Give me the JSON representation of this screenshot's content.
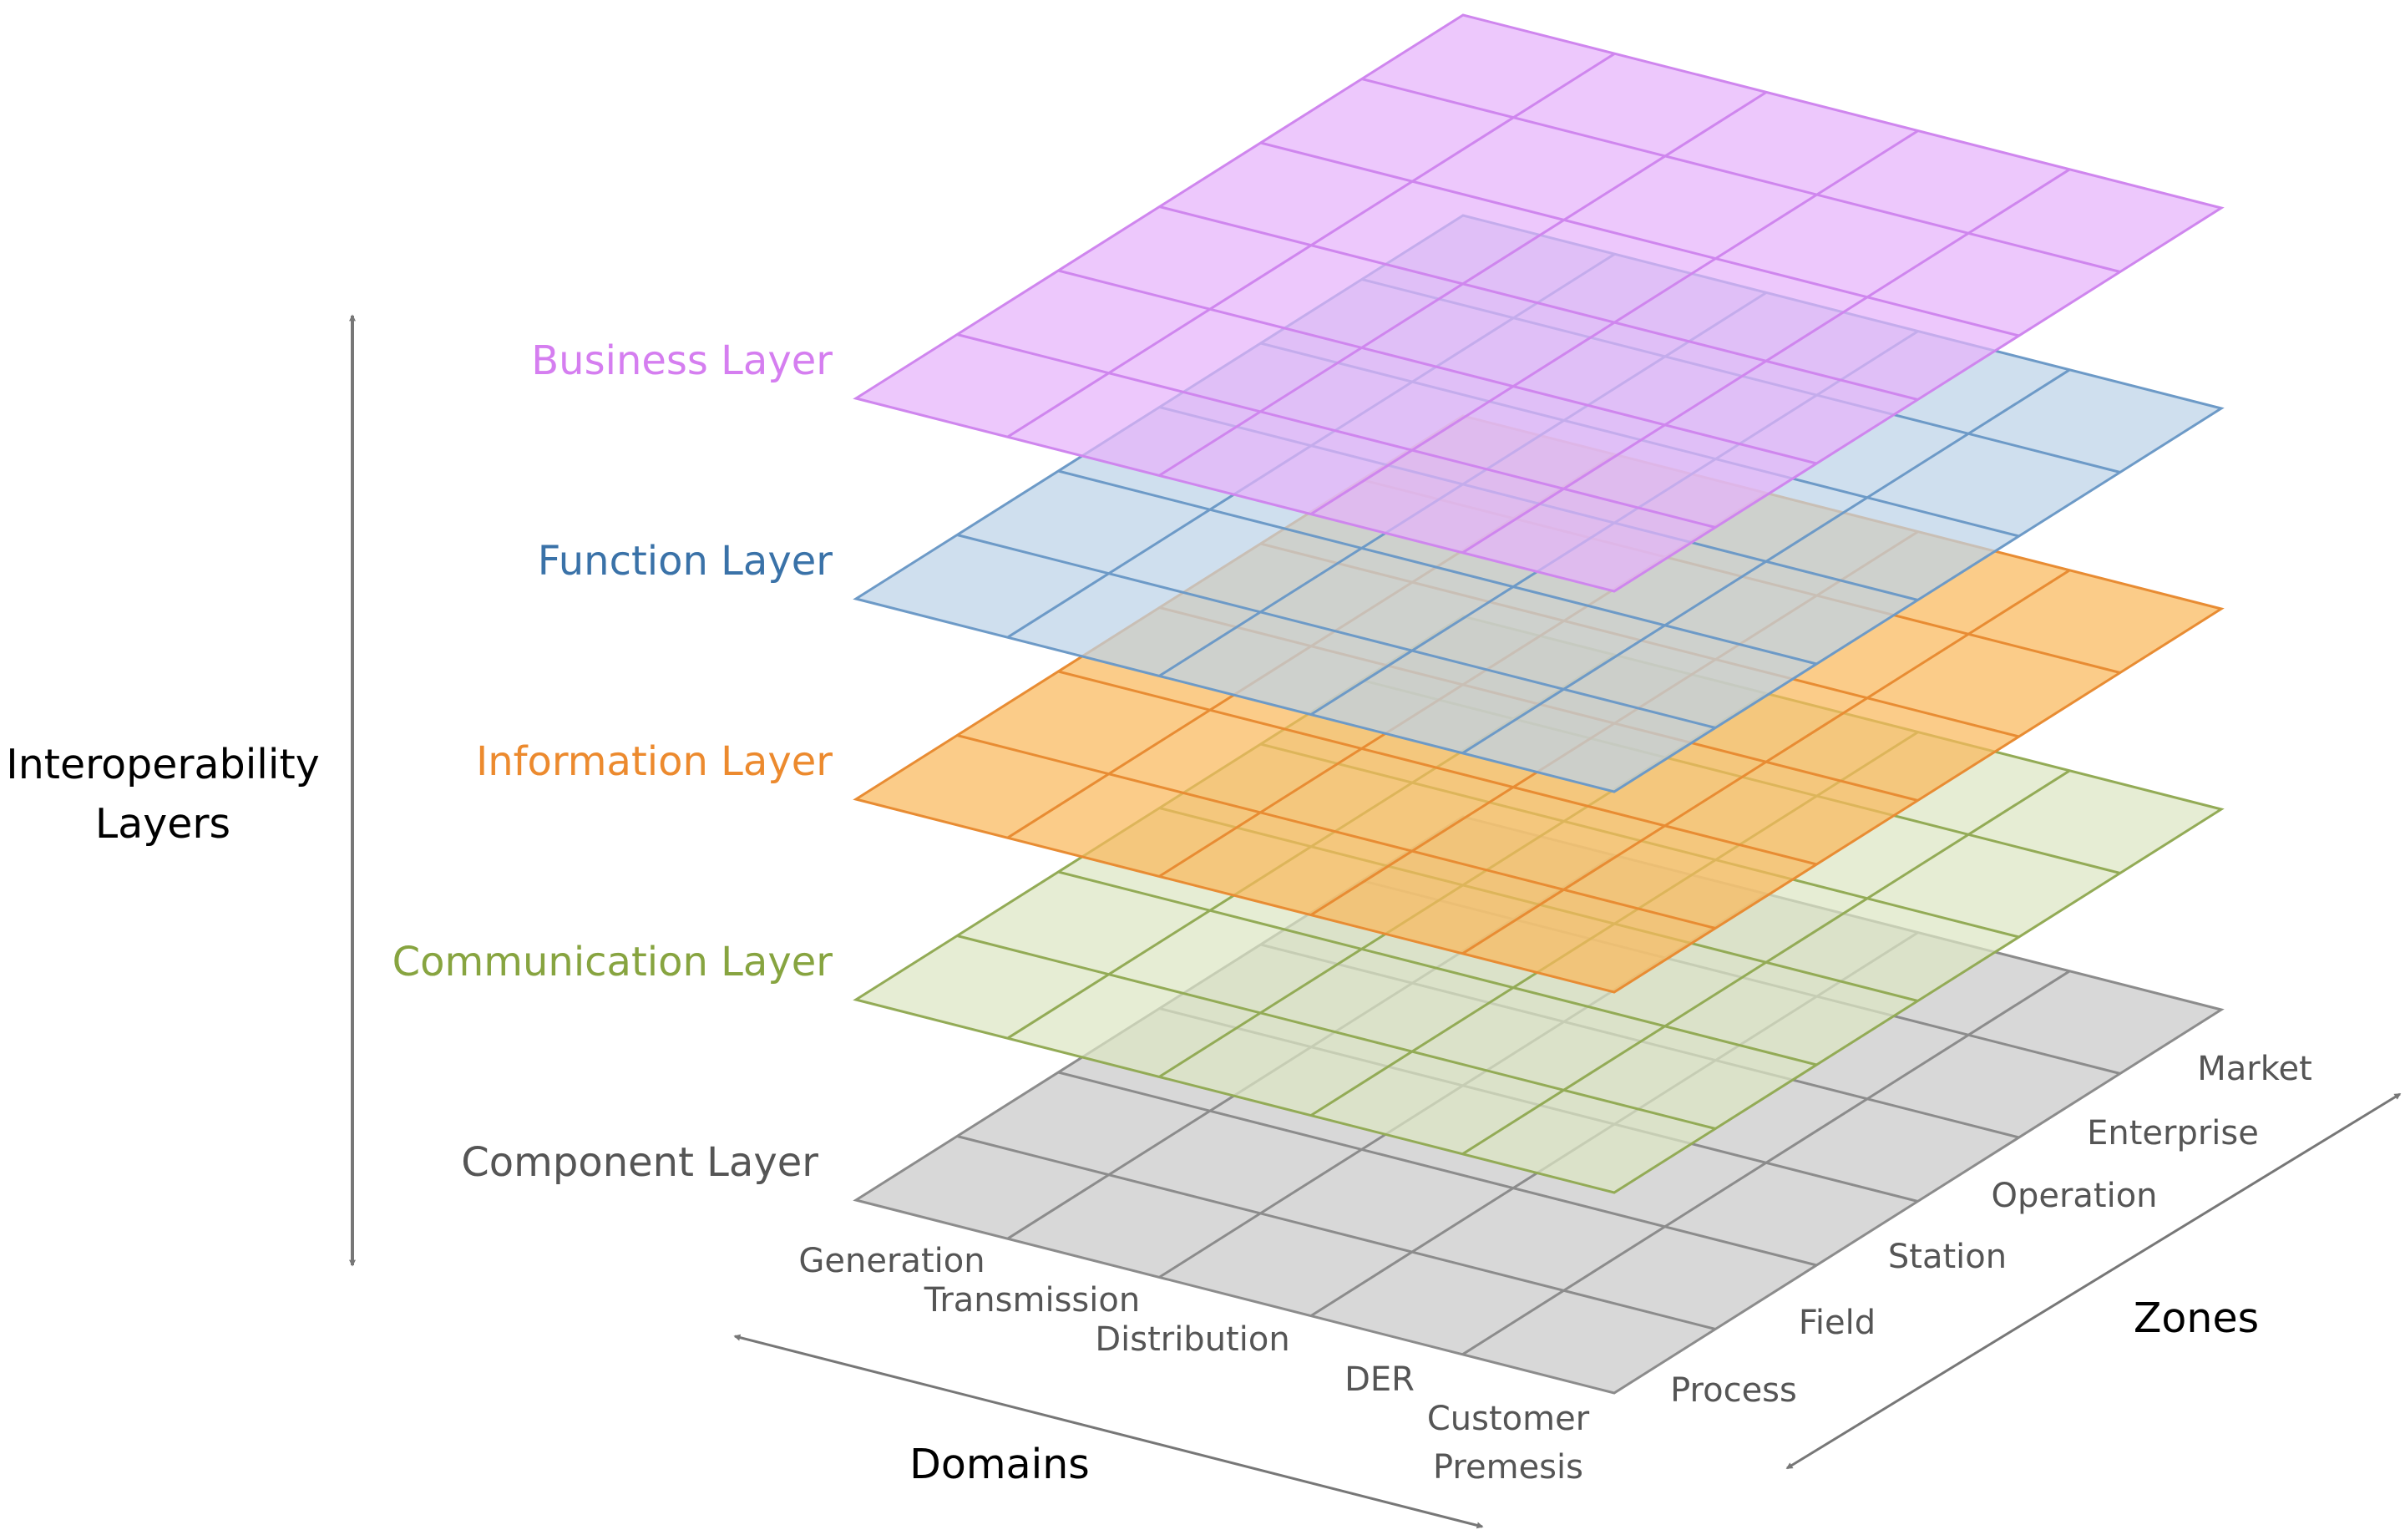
{
  "axes": {
    "vertical_label_line1": "Interoperability",
    "vertical_label_line2": "Layers",
    "domains_label": "Domains",
    "zones_label": "Zones"
  },
  "layers": [
    {
      "key": "business",
      "label": "Business Layer",
      "fill": "#e6b3fb",
      "stroke": "#cf86ee",
      "label_color": "#d57ef0"
    },
    {
      "key": "function",
      "label": "Function Layer",
      "fill": "#bcd3e8",
      "stroke": "#6d9ac7",
      "label_color": "#3a72a8"
    },
    {
      "key": "information",
      "label": "Information Layer",
      "fill": "#fab95b",
      "stroke": "#e88c33",
      "label_color": "#ec8a2e"
    },
    {
      "key": "communication",
      "label": "Communication Layer",
      "fill": "#dce6c4",
      "stroke": "#93ab56",
      "label_color": "#87a440"
    },
    {
      "key": "component",
      "label": "Component Layer",
      "fill": "#d4d4d4",
      "stroke": "#8c8c8c",
      "label_color": "#555555"
    }
  ],
  "domains": {
    "generation": "Generation",
    "transmission": "Transmission",
    "distribution": "Distribution",
    "der": "DER",
    "customer_line1": "Customer",
    "customer_line2": "Premesis"
  },
  "zones": [
    "Process",
    "Field",
    "Station",
    "Operation",
    "Enterprise",
    "Market"
  ],
  "colors": {
    "axis_arrow": "#777777",
    "axis_text": "#000000",
    "tick_text": "#555555"
  }
}
